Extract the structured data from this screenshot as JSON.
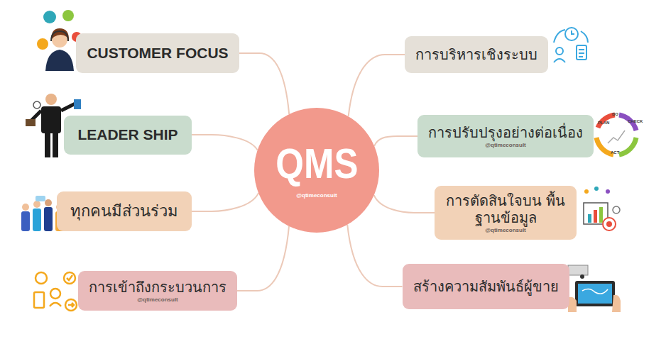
{
  "diagram": {
    "nodes": [
      {
        "text": [
          "QMS",
          "@qtimeconsult"
        ]
      },
      {
        "text": [
          "CUSTOMER FOCUS"
        ]
      },
      {
        "text": [
          "LEADER SHIP"
        ]
      },
      {
        "text": [
          "ทุกคนมีส่วนร่วม"
        ]
      },
      {
        "text": [
          "การเข้าถึงกระบวนการ",
          "@qtimeconsult"
        ]
      },
      {
        "text": [
          "การบริหารเชิงระบบ"
        ]
      },
      {
        "text": [
          "การปรับปรุงอย่างต่อเนื่อง",
          "@qtimeconsult"
        ]
      },
      {
        "text": [
          "การตัดสินใจบน พื้นฐานข้อมูล",
          "@qtimeconsult"
        ]
      },
      {
        "text": [
          "สร้างความสัมพันธ์ผู้ขาย"
        ]
      }
    ],
    "edges": [
      {
        "from": 0,
        "to": 1,
        "arrow": "none"
      },
      {
        "from": 0,
        "to": 2,
        "arrow": "none"
      },
      {
        "from": 0,
        "to": 3,
        "arrow": "none"
      },
      {
        "from": 0,
        "to": 4,
        "arrow": "none"
      },
      {
        "from": 0,
        "to": 5,
        "arrow": "none"
      },
      {
        "from": 0,
        "to": 6,
        "arrow": "none"
      },
      {
        "from": 0,
        "to": 7,
        "arrow": "none"
      },
      {
        "from": 0,
        "to": 8,
        "arrow": "none"
      }
    ],
    "labels": [
      "DO",
      "CHECK",
      "ACT",
      "PLAN"
    ]
  }
}
